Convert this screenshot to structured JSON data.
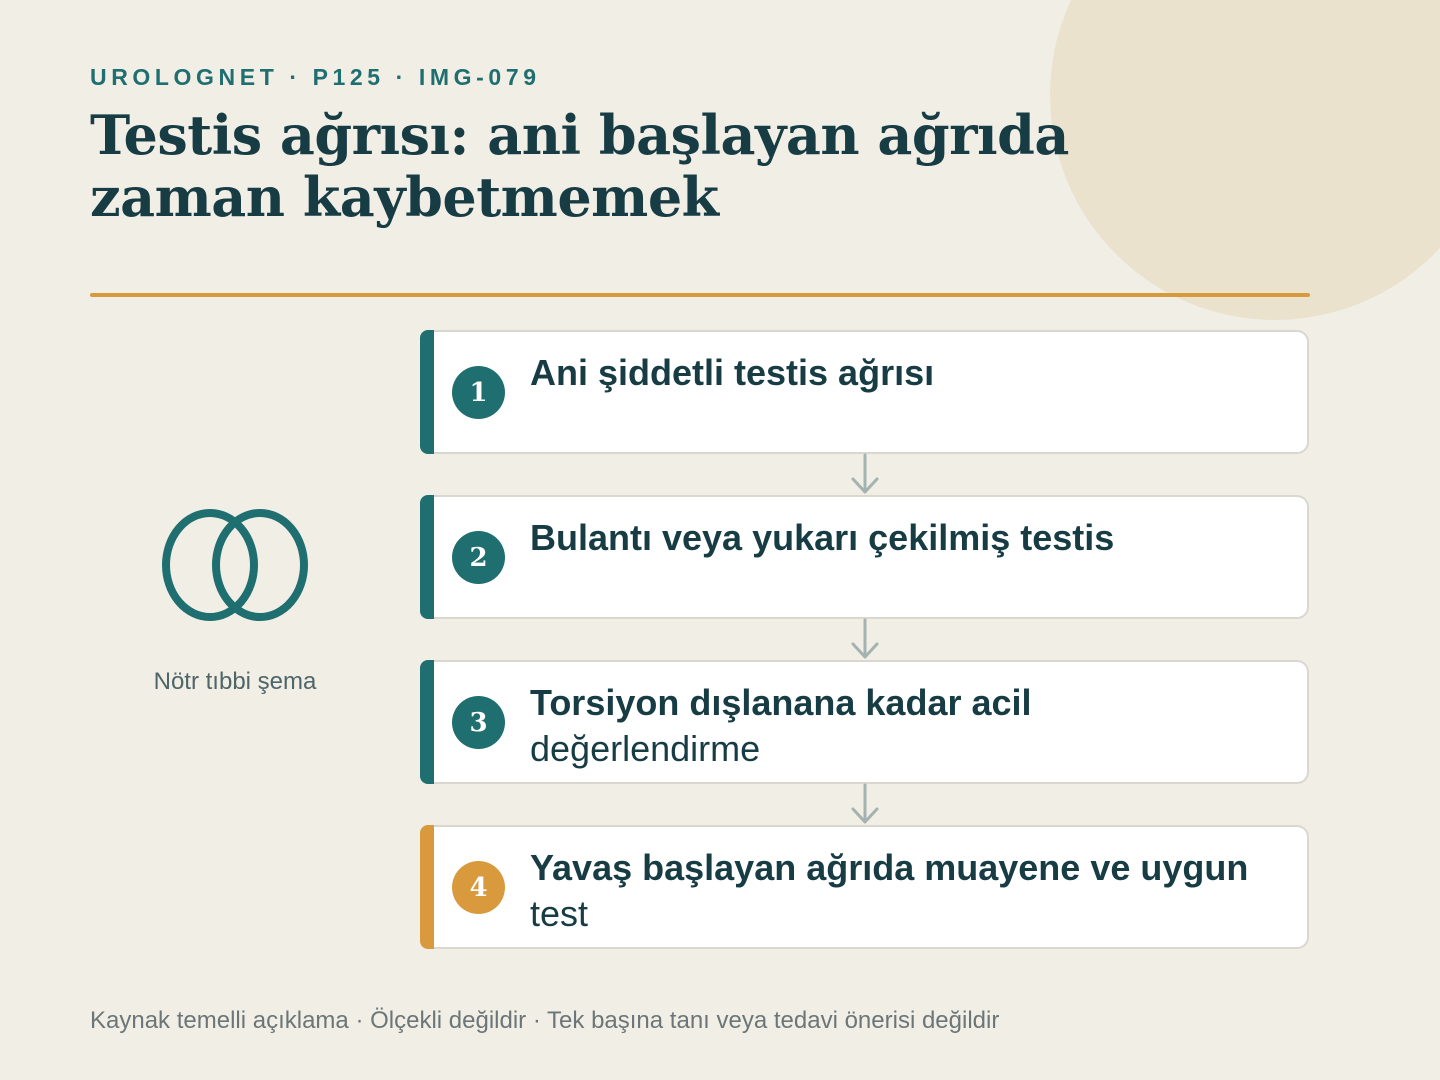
{
  "kicker": "UROLOGNET · P125 · IMG-079",
  "title": "Testis ağrısı: ani başlayan ağrıda zaman kaybetmemek",
  "side": {
    "icon": "interlocking-rings-icon",
    "caption": "Nötr tıbbi şema"
  },
  "steps": [
    {
      "number": "1",
      "bold": "Ani şiddetli testis ağrısı",
      "rest": ""
    },
    {
      "number": "2",
      "bold": "Bulantı veya yukarı çekilmiş testis",
      "rest": ""
    },
    {
      "number": "3",
      "bold": "Torsiyon dışlanana kadar acil",
      "rest": "değerlendirme"
    },
    {
      "number": "4",
      "bold": "Yavaş başlayan ağrıda muayene ve uygun",
      "rest": "test"
    }
  ],
  "footnote": "Kaynak temelli açıklama · Ölçekli değildir · Tek başına tanı veya tedavi önerisi değildir",
  "colors": {
    "background": "#f1eee6",
    "teal": "#1f6e70",
    "navy": "#173c44",
    "accent": "#d89a3d",
    "decor_circle": "#ebe2cd"
  }
}
